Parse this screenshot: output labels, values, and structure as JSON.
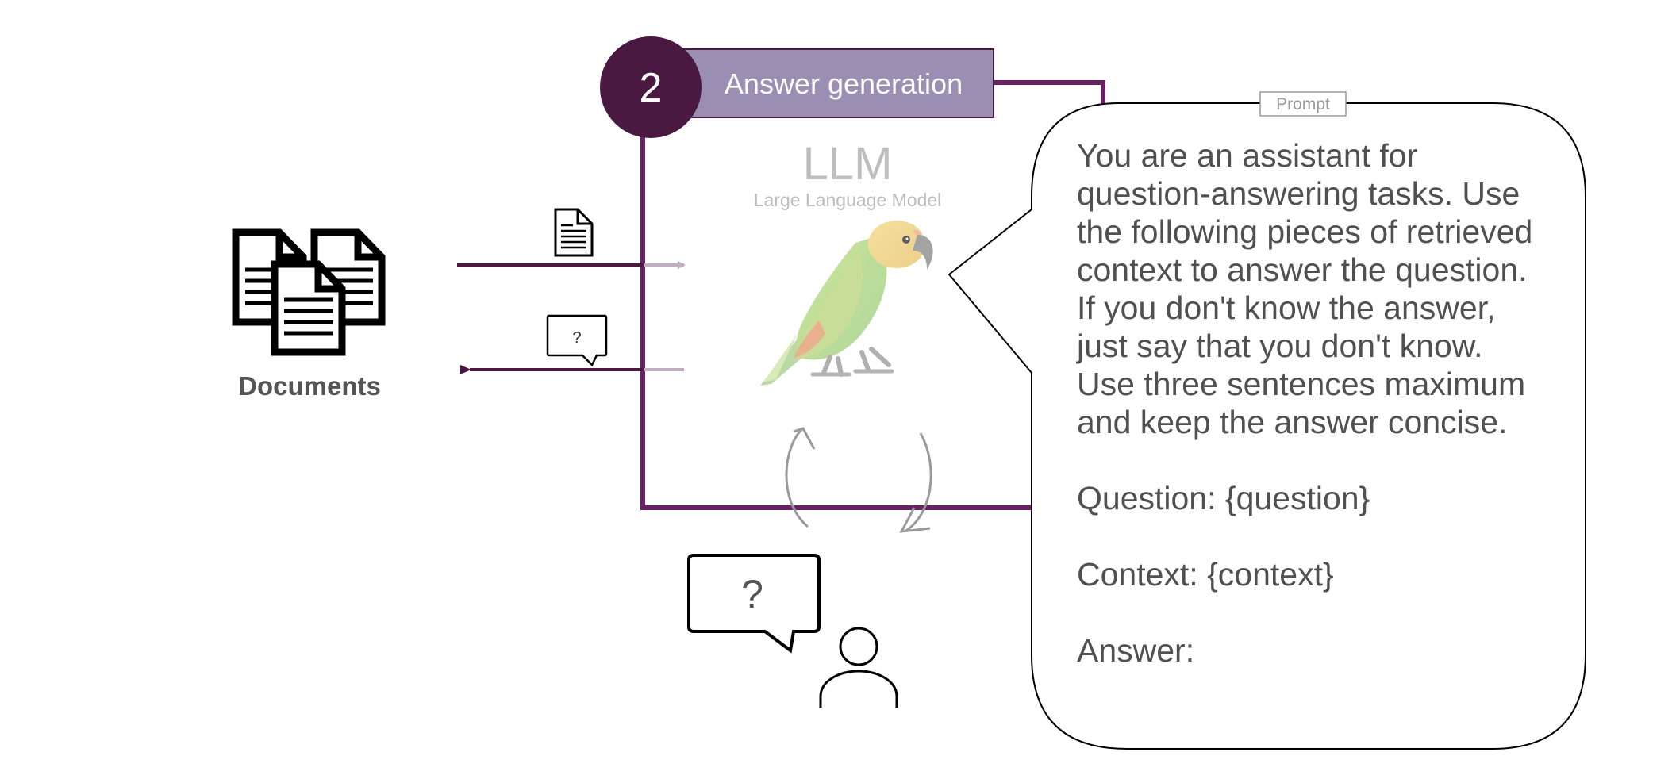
{
  "step": {
    "number": "2",
    "title": "Answer generation"
  },
  "llm": {
    "title": "LLM",
    "subtitle": "Large Language Model",
    "icon": "parrot-icon"
  },
  "documents": {
    "label": "Documents",
    "icon": "documents-icon"
  },
  "prompt": {
    "tag": "Prompt",
    "instructions": "You are an assistant for question-answering tasks. Use the following pieces of retrieved context to answer the question. If you don't know the answer, just say that you don't know. Use three sentences maximum and keep the answer concise.",
    "question_line": "Question: {question}",
    "context_line": "Context: {context}",
    "answer_line": "Answer:"
  },
  "question_bubble": {
    "small": "?",
    "large": "?"
  },
  "colors": {
    "accent_dark": "#4a1942",
    "accent": "#6b1f64",
    "header_fill": "#9a8fb3",
    "muted_text": "#bdbdbd",
    "body_text": "#505050"
  }
}
